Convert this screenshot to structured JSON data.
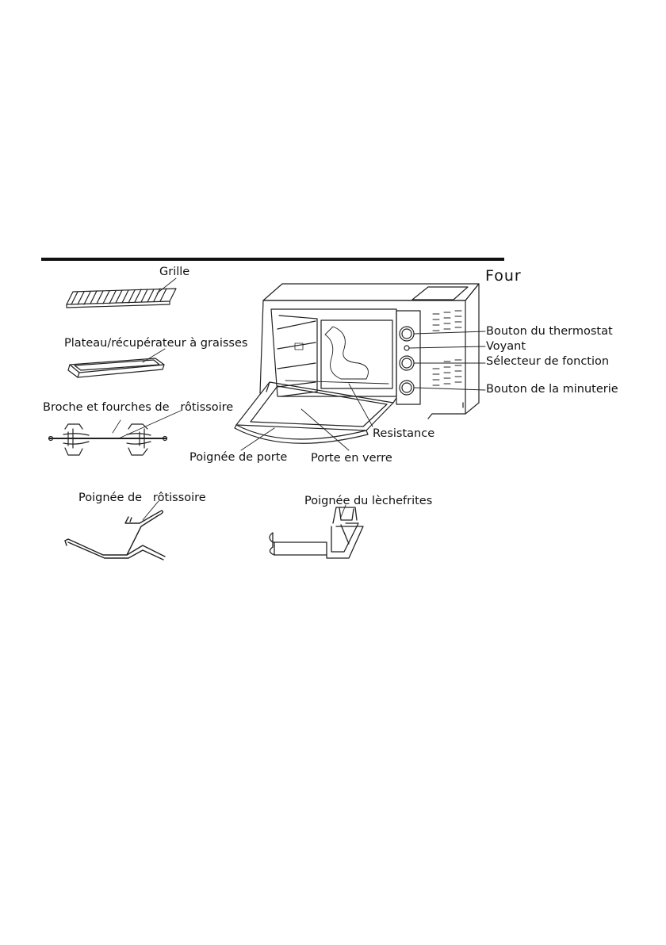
{
  "title": "Four",
  "labels": {
    "grille": "Grille",
    "plateau": "Plateau/récupérateur à graisses",
    "broche": "Broche et fourches de   rôtissoire",
    "thermostat": "Bouton du thermostat",
    "voyant": "Voyant",
    "selecteur": "Sélecteur de fonction",
    "minuterie": "Bouton de la minuterie",
    "resistance": "Resistance",
    "poignee_porte": "Poignée de porte",
    "porte_verre": "Porte en verre",
    "poignee_rotissoire": "Poignée de   rôtissoire",
    "poignee_lechefrites": "Poignée du lèchefrites"
  }
}
